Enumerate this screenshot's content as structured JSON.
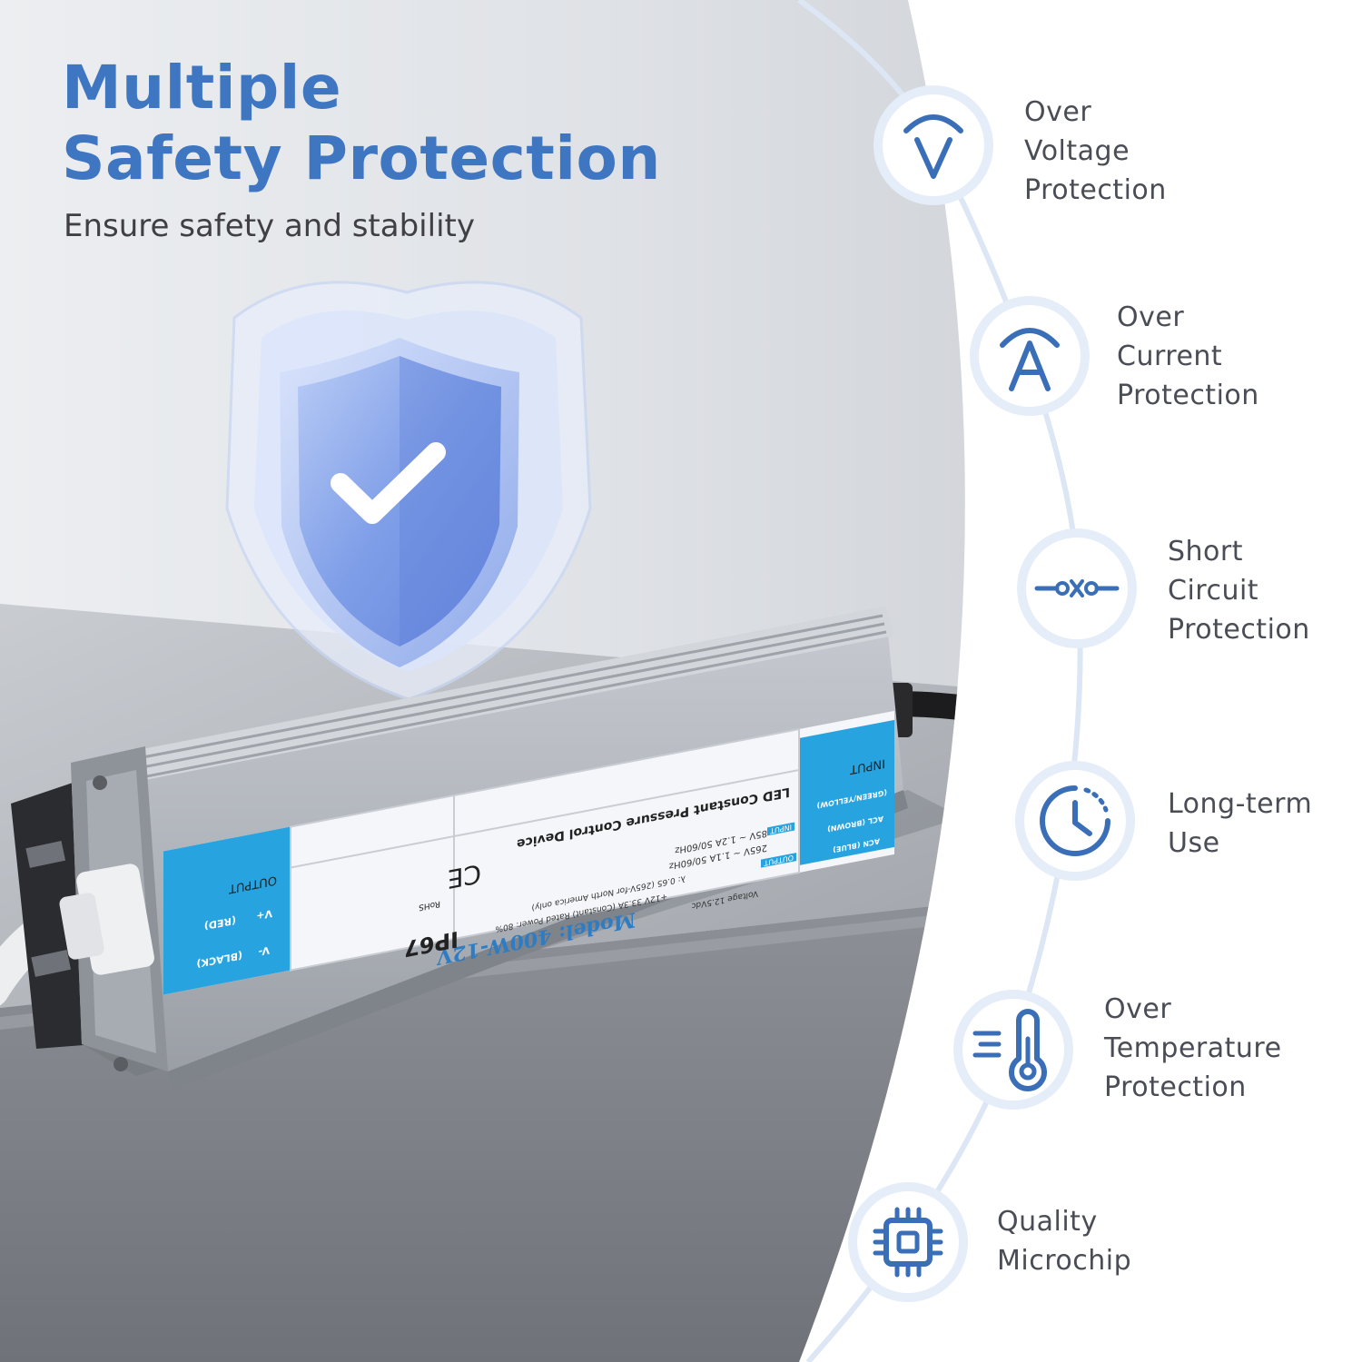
{
  "headline": {
    "line1": "Multiple",
    "line2": "Safety Protection"
  },
  "subtitle": "Ensure safety and stability",
  "colors": {
    "accent": "#3f76c1",
    "icon": "#3a6fb8",
    "ring": "#e5edf8",
    "text": "#4a4d55"
  },
  "features": [
    {
      "icon": "voltage-v-icon",
      "lines": [
        "Over",
        "Voltage",
        "Protection"
      ]
    },
    {
      "icon": "current-a-icon",
      "lines": [
        "Over",
        "Current",
        "Protection"
      ]
    },
    {
      "icon": "short-circuit-icon",
      "lines": [
        "Short",
        "Circuit",
        "Protection"
      ]
    },
    {
      "icon": "clock-icon",
      "lines": [
        "Long-term",
        "Use"
      ]
    },
    {
      "icon": "thermometer-icon",
      "lines": [
        "Over",
        "Temperature",
        "Protection"
      ]
    },
    {
      "icon": "microchip-icon",
      "lines": [
        "Quality",
        "Microchip"
      ]
    }
  ],
  "device": {
    "model": "Model: 400W-12V",
    "title": "LED Constant Pressure Control Device",
    "input_label": "INPUT",
    "output_label": "OUTPUT",
    "input_tag": "INPUT",
    "output_tag": "OUTPUT",
    "spec1": "85V ~ 1.2A 50/60Hz",
    "spec2": "265V ~ 1.1A 50/60Hz",
    "spec3": "λ: 0.65 (265V-for North America only)",
    "spec4": "+12V 33.3A (Constant)  Rated Power: 80%",
    "spec5": "Voltage 12.5Vdc",
    "vplus": "V+",
    "vminus": "V-",
    "red": "(RED)",
    "black": "(BLACK)",
    "green": "(GREEN/YELLOW)",
    "acl": "ACL (BROWN)",
    "acn": "ACN (BLUE)",
    "ce": "CE",
    "rohs": "RoHS",
    "ip": "IP67"
  }
}
